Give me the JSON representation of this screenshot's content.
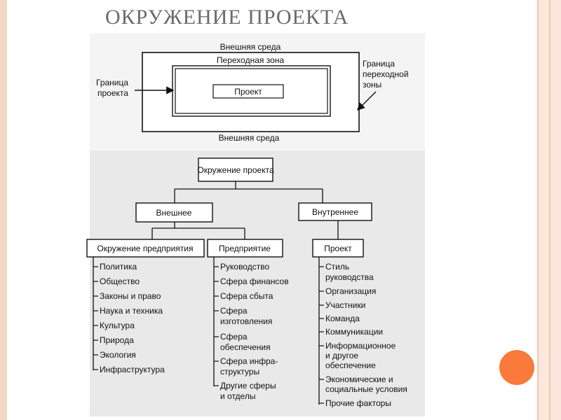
{
  "slide": {
    "title": "ОКРУЖЕНИЕ ПРОЕКТА"
  },
  "top_diagram": {
    "outer_top": "Внешняя среда",
    "transition_zone": "Переходная зона",
    "project": "Проект",
    "outer_bottom": "Внешняя среда",
    "left_label_1": "Граница",
    "left_label_2": "проекта",
    "right_label_1": "Граница",
    "right_label_2": "переходной",
    "right_label_3": "зоны"
  },
  "tree": {
    "root": "Окружение проекта",
    "external": "Внешнее",
    "internal": "Внутреннее",
    "col1_header": "Окружение предприятия",
    "col2_header": "Предприятие",
    "col3_header": "Проект",
    "col1_items": [
      "Политика",
      "Общество",
      "Законы и право",
      "Наука и техника",
      "Культура",
      "Природа",
      "Экология",
      "Инфраструктура"
    ],
    "col2_items": [
      "Руководство",
      "Сфера финансов",
      "Сфера сбыта",
      "Сфера",
      "изготовления",
      "Сфера",
      "обеспечения",
      "Сфера инфра-",
      "структуры",
      "Другие сферы",
      "и отделы"
    ],
    "col3_items": [
      "Стиль",
      "руководства",
      "Организация",
      "Участники",
      "Команда",
      "Коммуникации",
      "Информационное",
      "и другое",
      "обеспечение",
      "Экономические и",
      "социальные условия",
      "Прочие факторы"
    ]
  }
}
